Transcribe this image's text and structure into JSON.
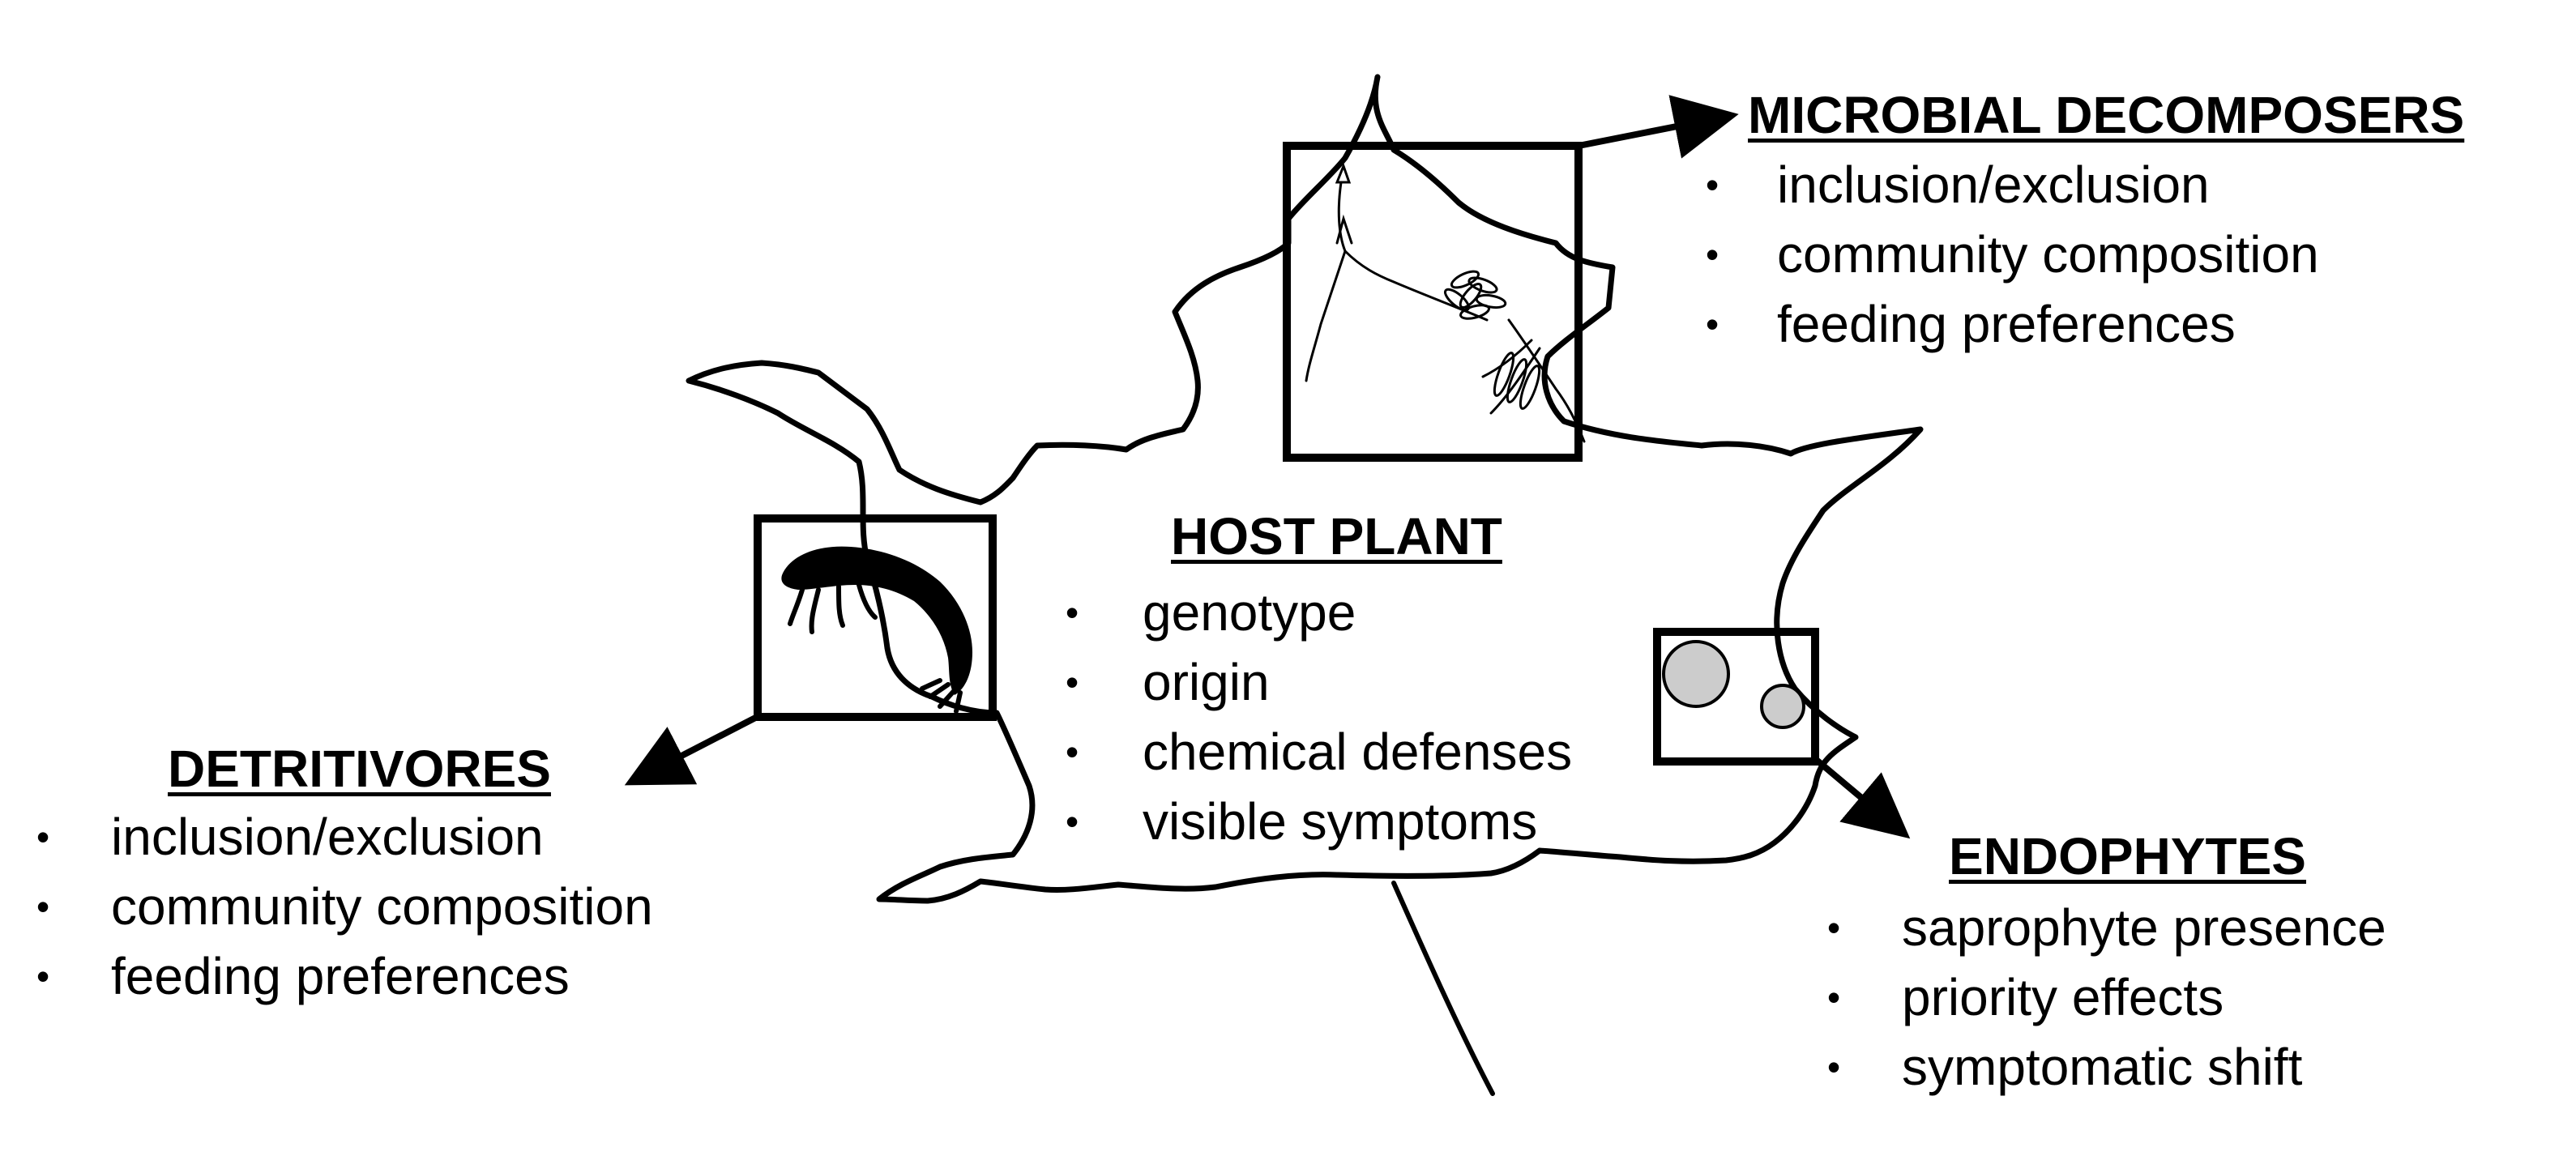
{
  "host_plant": {
    "heading": "HOST PLANT",
    "items": [
      "genotype",
      "origin",
      "chemical defenses",
      "visible symptoms"
    ]
  },
  "microbial_decomposers": {
    "heading": "MICROBIAL DECOMPOSERS",
    "items": [
      "inclusion/exclusion",
      "community composition",
      "feeding preferences"
    ]
  },
  "detritivores": {
    "heading": "DETRITIVORES",
    "items": [
      "inclusion/exclusion",
      "community composition",
      "feeding preferences"
    ]
  },
  "endophytes": {
    "heading": "ENDOPHYTES",
    "items": [
      "saprophyte presence",
      "priority effects",
      "symptomatic shift"
    ]
  },
  "bullet_glyph": "•",
  "icons": {
    "leaf": "leaf-outline-icon",
    "fungi": "fungal-hyphae-icon",
    "amphipod": "amphipod-icon",
    "endophyte": "endophyte-spots-icon"
  }
}
